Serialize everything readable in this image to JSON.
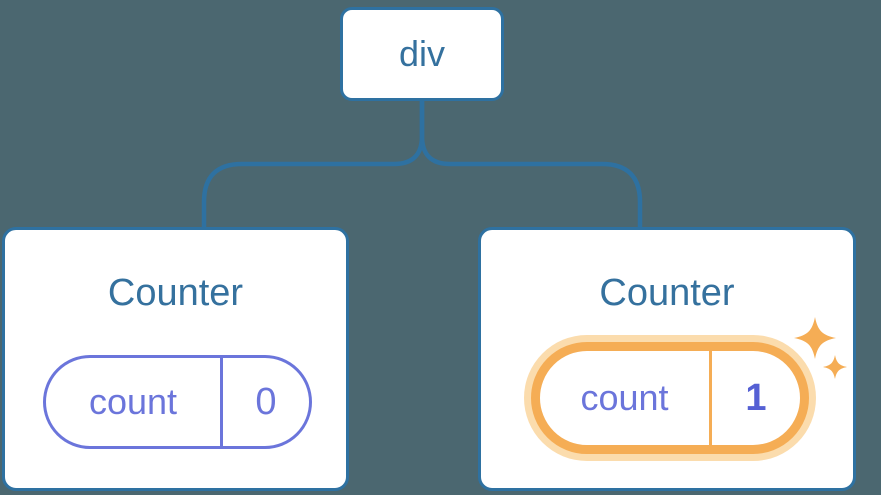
{
  "tree": {
    "root": {
      "label": "div"
    },
    "children": [
      {
        "title": "Counter",
        "state": {
          "key": "count",
          "value": "0"
        },
        "highlighted": false
      },
      {
        "title": "Counter",
        "state": {
          "key": "count",
          "value": "1"
        },
        "highlighted": true
      }
    ]
  },
  "colors": {
    "background": "#4B6770",
    "connector_line": "#2E71A1",
    "node_border": "#2E71A1",
    "label_text": "#35719E",
    "state_pill_purple": "#6B75DB",
    "highlight_value_purple": "#5560D4",
    "highlight_orange": "#F5AD55",
    "highlight_glow": "#FBDCAD",
    "node_fill": "#FFFFFF"
  },
  "icons": {
    "sparkles": "sparkles-icon"
  }
}
